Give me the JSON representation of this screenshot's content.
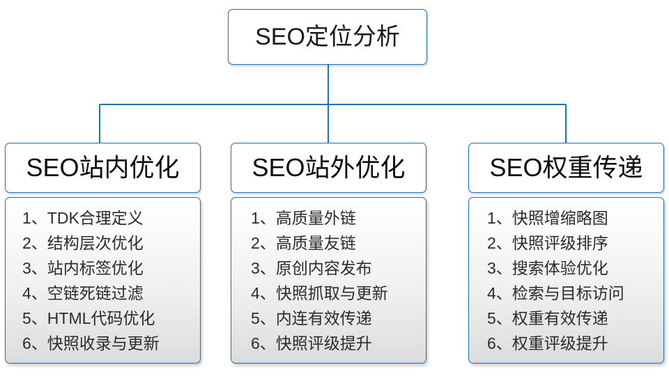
{
  "diagram": {
    "type": "org-tree",
    "root": {
      "label": "SEO定位分析"
    },
    "branches": [
      {
        "key": "onsite",
        "title": "SEO站内优化",
        "items": [
          "1、TDK合理定义",
          "2、结构层次优化",
          "3、站内标签优化",
          "4、空链死链过滤",
          "5、HTML代码优化",
          "6、快照收录与更新"
        ]
      },
      {
        "key": "offsite",
        "title": "SEO站外优化",
        "items": [
          "1、高质量外链",
          "2、高质量友链",
          "3、原创内容发布",
          "4、快照抓取与更新",
          "5、内连有效传递",
          "6、快照评级提升"
        ]
      },
      {
        "key": "weight",
        "title": "SEO权重传递",
        "items": [
          "1、快照增缩略图",
          "2、快照评级排序",
          "3、搜索体验优化",
          "4、检索与目标访问",
          "5、权重有效传递",
          "6、权重评级提升"
        ]
      }
    ],
    "colors": {
      "border": "#1b72c0",
      "connector": "#1b72c0",
      "root_background": "#ffffff",
      "head_background": "#ffffff",
      "body_gradient_top": "#fefefe",
      "body_gradient_bottom": "#dcdcdc",
      "text": "#1a1a1a",
      "page_background": "#ffffff"
    }
  }
}
